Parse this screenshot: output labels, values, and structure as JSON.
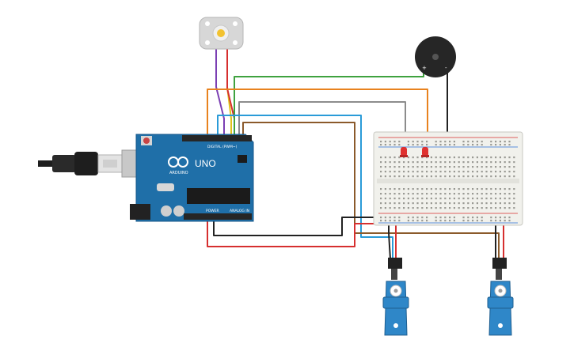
{
  "board": {
    "brand": "UNO",
    "maker": "ARDUINO",
    "digital_label": "DIGITAL (PWM~)",
    "power_label": "POWER",
    "analog_label": "ANALOG IN"
  },
  "colors": {
    "board": "#1f6fa8",
    "breadboard": "#f1f1ec",
    "wire_green": "#3fa23f",
    "wire_orange": "#e8821e",
    "wire_gray": "#8c8c8c",
    "wire_blue": "#2a9bd8",
    "wire_brown": "#8b5a2b",
    "wire_red": "#d62f2f",
    "wire_black": "#222222",
    "wire_purple": "#7b3fb3",
    "wire_yellow": "#e0c21b",
    "led_red": "#e0312f",
    "servo": "#2f87c8"
  },
  "components": [
    {
      "id": "arduino",
      "icon": "arduino-board-icon"
    },
    {
      "id": "usb",
      "icon": "usb-cable-icon"
    },
    {
      "id": "motor",
      "icon": "dc-motor-icon"
    },
    {
      "id": "buzzer",
      "icon": "piezo-buzzer-icon"
    },
    {
      "id": "breadboard",
      "icon": "breadboard-icon"
    },
    {
      "id": "led1",
      "icon": "led-icon"
    },
    {
      "id": "led2",
      "icon": "led-icon"
    },
    {
      "id": "servo1",
      "icon": "servo-icon"
    },
    {
      "id": "servo2",
      "icon": "servo-icon"
    }
  ]
}
